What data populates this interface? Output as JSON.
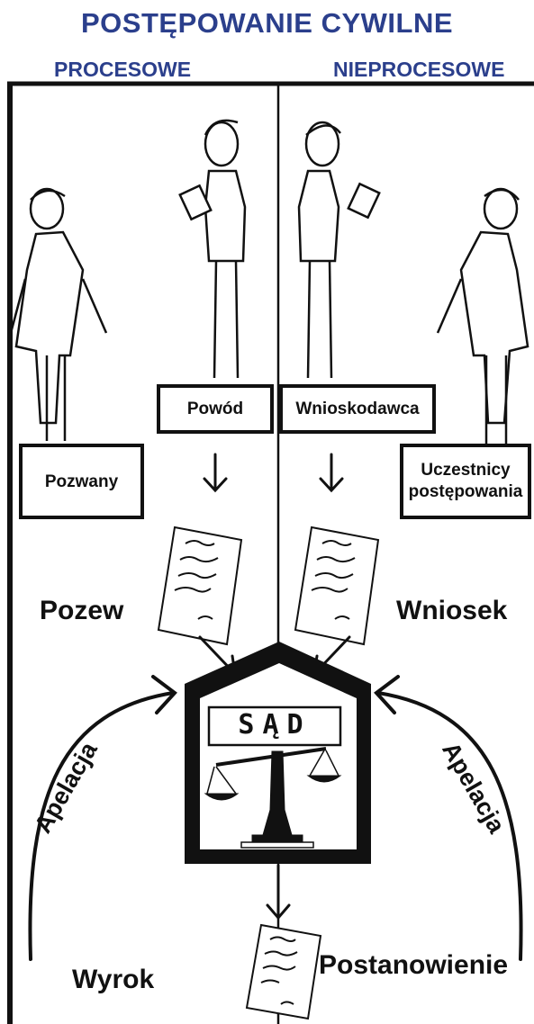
{
  "title": "POSTĘPOWANIE CYWILNE",
  "columns": {
    "left": "PROCESOWE",
    "right": "NIEPROCESOWE"
  },
  "parties": {
    "powod": "Powód",
    "pozwany": "Pozwany",
    "wnioskodawca": "Wnioskodawca",
    "uczestnicy_line1": "Uczestnicy",
    "uczestnicy_line2": "postępowania"
  },
  "documents": {
    "pozew": "Pozew",
    "wniosek": "Wniosek"
  },
  "court": {
    "label": "SĄD"
  },
  "appeals": {
    "left": "Apelacja",
    "right": "Apelacja"
  },
  "outcomes": {
    "wyrok": "Wyrok",
    "postanowienie": "Postanowienie"
  },
  "colors": {
    "heading": "#2b3f8c",
    "ink": "#111111"
  }
}
